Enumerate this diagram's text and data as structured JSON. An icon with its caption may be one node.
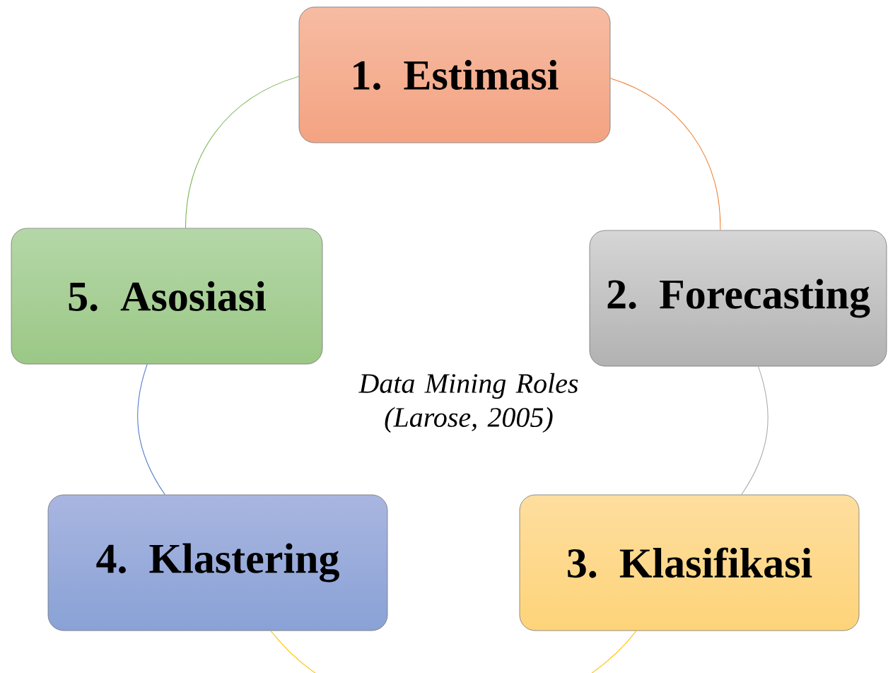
{
  "diagram": {
    "nodes": [
      {
        "text": [
          "1. Estimasi"
        ]
      },
      {
        "text": [
          "2. Forecasting"
        ]
      },
      {
        "text": [
          "3. Klasifikasi"
        ]
      },
      {
        "text": [
          "4. Klastering"
        ]
      },
      {
        "text": [
          "5. Asosiasi"
        ]
      }
    ],
    "edges": [
      {
        "from": 0,
        "to": 1,
        "arrow": "none",
        "color": "#ed7d31"
      },
      {
        "from": 1,
        "to": 2,
        "arrow": "none",
        "color": "#a5a5a5"
      },
      {
        "from": 2,
        "to": 3,
        "arrow": "none",
        "color": "#ffc000"
      },
      {
        "from": 3,
        "to": 4,
        "arrow": "none",
        "color": "#4472c4"
      },
      {
        "from": 4,
        "to": 0,
        "arrow": "none",
        "color": "#70ad47"
      }
    ],
    "labels": [
      "Data Mining Roles (Larose, 2005)"
    ]
  }
}
